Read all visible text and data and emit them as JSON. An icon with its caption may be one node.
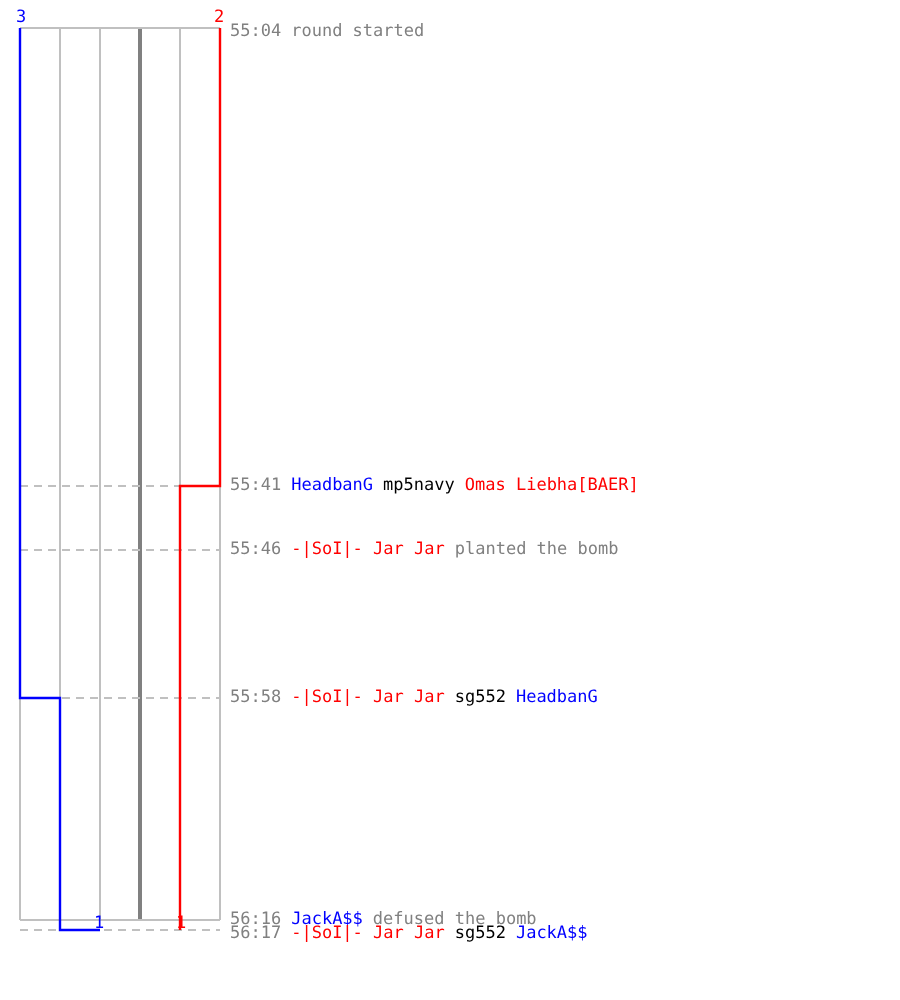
{
  "diagram": {
    "labels": [
      "3",
      "2",
      "55:04",
      "round started",
      "55:41",
      "HeadbanG",
      "mp5navy",
      "Omas Liebha[BAER]",
      "55:46",
      "-|SoI|- Jar Jar",
      "planted the bomb",
      "55:58",
      "-|SoI|- Jar Jar",
      "sg552",
      "HeadbanG",
      "1",
      "1",
      "56:16",
      "JackA$$",
      "defused the bomb",
      "56:17",
      "-|SoI|- Jar Jar",
      "sg552",
      "JackA$$"
    ]
  }
}
